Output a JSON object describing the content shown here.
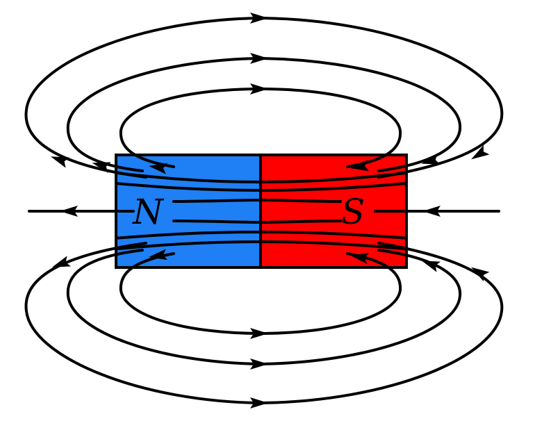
{
  "magnet": {
    "north_label": "N",
    "south_label": "S",
    "north_color": "#1f7ff5",
    "south_color": "#fe0000",
    "outline_color": "#000000"
  },
  "field_lines": {
    "color": "#000000",
    "direction": "north-to-south"
  }
}
